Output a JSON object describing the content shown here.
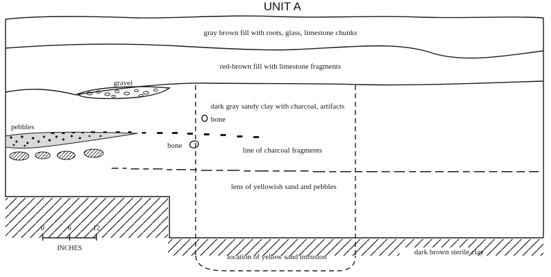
{
  "title": "UNIT A",
  "layers": {
    "top_fill": "gray brown fill with roots, glass, limestone chunks",
    "red_fill": "red-brown fill with limestone fragments",
    "dark_clay": "dark gray sandy clay with charcoal, artifacts",
    "charcoal_line": "line of charcoal fragments",
    "sand_lens": "lens of yellowish sand and pebbles",
    "sterile_clay": "dark brown sterile clay",
    "intrusion": "location of yellow sand intrusion"
  },
  "features": {
    "gravel": "gravel",
    "pebbles": "pebbles",
    "bone_1": "bone",
    "bone_2": "bone"
  },
  "scale": {
    "ticks": [
      "0",
      "6",
      "12"
    ],
    "unit": "INCHES"
  }
}
